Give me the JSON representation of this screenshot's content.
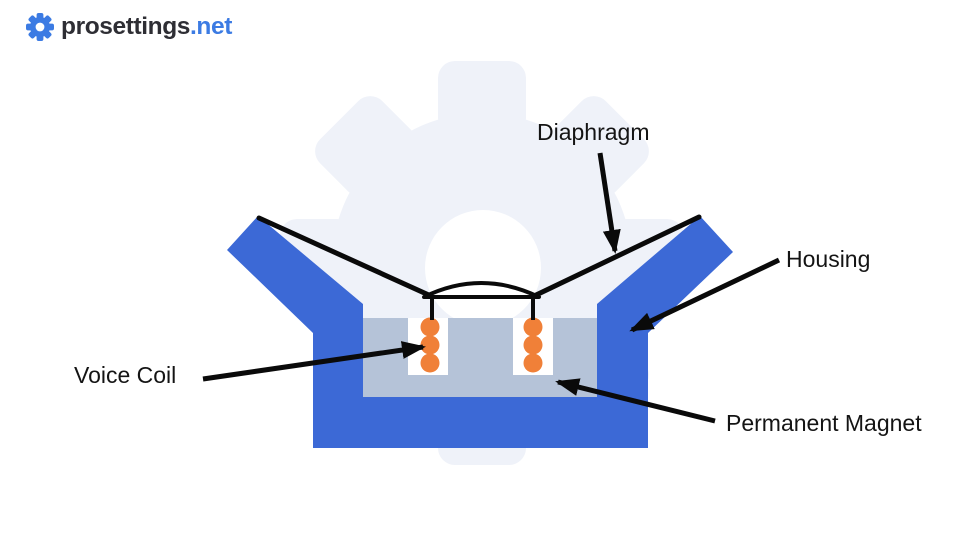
{
  "header": {
    "logo": {
      "site_name": "prosettings",
      "tld": ".net",
      "icon": "gear-icon"
    }
  },
  "diagram": {
    "type": "labeled-illustration",
    "subject": "headphone / speaker driver cross-section",
    "watermark_icon": "gear-watermark",
    "labels": {
      "diaphragm": "Diaphragm",
      "housing": "Housing",
      "voice_coil": "Voice Coil",
      "permanent_magnet": "Permanent Magnet"
    },
    "parts": [
      {
        "name": "diaphragm",
        "label": "Diaphragm"
      },
      {
        "name": "housing",
        "label": "Housing"
      },
      {
        "name": "voice-coil",
        "label": "Voice Coil"
      },
      {
        "name": "permanent-magnet",
        "label": "Permanent Magnet"
      }
    ]
  },
  "colors": {
    "background": "#ffffff",
    "housing": "#3c69d6",
    "magnet": "#b5c3d8",
    "coil": "#f08038",
    "line": "#0a0a0a",
    "label_text": "#141414",
    "watermark": "#eff2f9",
    "logo_dark": "#2e2e34",
    "logo_blue": "#3c7be3"
  }
}
